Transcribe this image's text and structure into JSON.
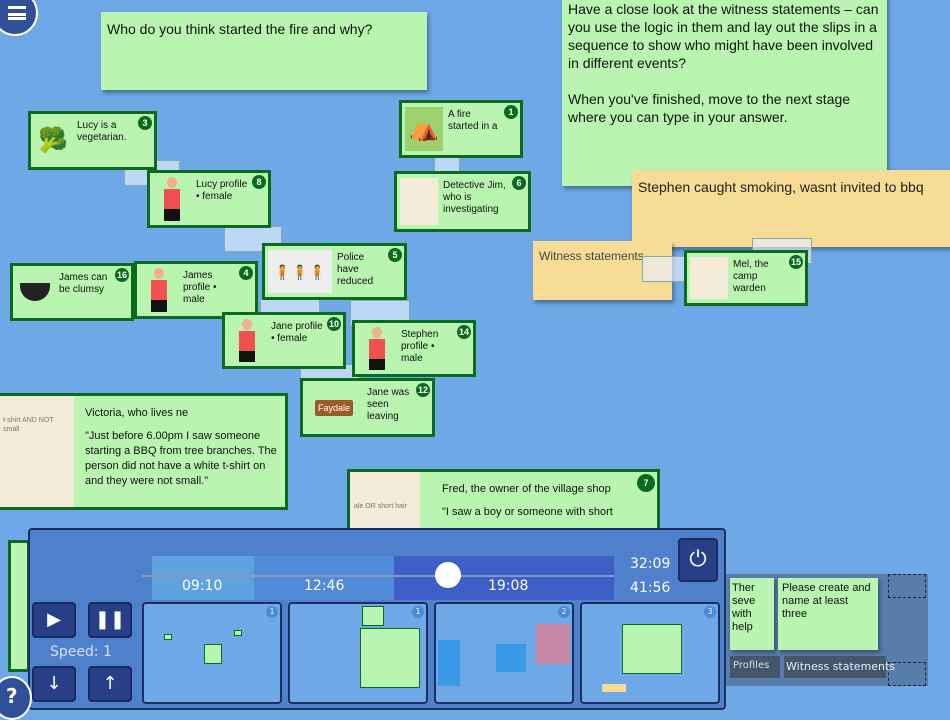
{
  "menu_icon": "hamburger-menu-icon",
  "help_label": "?",
  "question_note": "Who do you think started the fire and why?",
  "instructions_note": [
    "Have a close look at the witness statements – can you use the logic in them and lay out the slips in a sequence to show who might have been involved in different events?",
    "When you've finished, move to the next stage where you can type in your answer."
  ],
  "yellow_notes": {
    "smoking": "Stephen caught smoking, wasnt invited to bbq",
    "witness": "Witness statements"
  },
  "cards": [
    {
      "num": "3",
      "text": "Lucy is a vegetarian.",
      "icon": "vegetables"
    },
    {
      "num": "8",
      "text": "Lucy profile • female",
      "icon": "person"
    },
    {
      "num": "1",
      "text": "A fire started in a",
      "icon": "tent"
    },
    {
      "num": "6",
      "text": "Detective Jim, who is investigating",
      "icon": "notepad"
    },
    {
      "num": "5",
      "text": "Police have reduced",
      "icon": "lineup"
    },
    {
      "num": "16",
      "text": "James can be clumsy",
      "icon": "bbq"
    },
    {
      "num": "4",
      "text": "James profile • male",
      "icon": "person"
    },
    {
      "num": "10",
      "text": "Jane profile • female",
      "icon": "person"
    },
    {
      "num": "14",
      "text": "Stephen profile • male",
      "icon": "person"
    },
    {
      "num": "12",
      "text": "Jane was seen leaving",
      "icon": "signpost",
      "sign": "Faydale"
    },
    {
      "num": "15",
      "text": "Mel, the camp warden",
      "icon": "notepad"
    }
  ],
  "victoria": {
    "title": "Victoria, who lives ne",
    "quote": "\"Just before 6.00pm I saw someone starting a BBQ from tree branches. The person did not have a white t-shirt on and they were not small.\"",
    "pad": "t-shirt AND NOT small"
  },
  "fred": {
    "num": "7",
    "title": "Fred, the owner of the village shop",
    "quote": "\"I saw a boy or someone with short",
    "pad": "ale OR short hair"
  },
  "player": {
    "times": {
      "t1": "09:10",
      "t2": "12:46",
      "t3": "19:08",
      "total_top": "32:09",
      "total_bottom": "41:56"
    },
    "progress": 0.64,
    "speed_label": "Speed: 1",
    "thumb_numbers": [
      "1",
      "1",
      "2",
      "3"
    ]
  },
  "side_overlay": {
    "note1": "Ther seve with help",
    "note2": "Please create and name at least three",
    "chip1": "Profiles",
    "chip2": "Witness statements"
  }
}
